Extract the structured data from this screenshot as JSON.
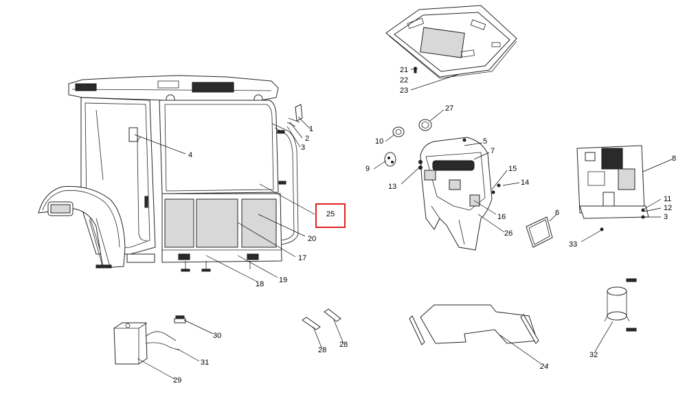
{
  "callouts": {
    "c1": "1",
    "c2": "2",
    "c3a": "3",
    "c4": "4",
    "c5": "5",
    "c6": "6",
    "c7": "7",
    "c8": "8",
    "c9": "9",
    "c10": "10",
    "c11": "11",
    "c12": "12",
    "c3b": "3",
    "c13": "13",
    "c14": "14",
    "c15": "15",
    "c16": "16",
    "c17": "17",
    "c18": "18",
    "c19": "19",
    "c20": "20",
    "c21": "21",
    "c22": "22",
    "c23": "23",
    "c24": "24",
    "c25": "25",
    "c26": "26",
    "c27": "27",
    "c28a": "28",
    "c28b": "28",
    "c29": "29",
    "c30": "30",
    "c31": "31",
    "c32": "32",
    "c33": "33"
  },
  "colors": {
    "highlight": "#e02020",
    "line": "#222222",
    "dark_part": "#2a2a2a"
  }
}
